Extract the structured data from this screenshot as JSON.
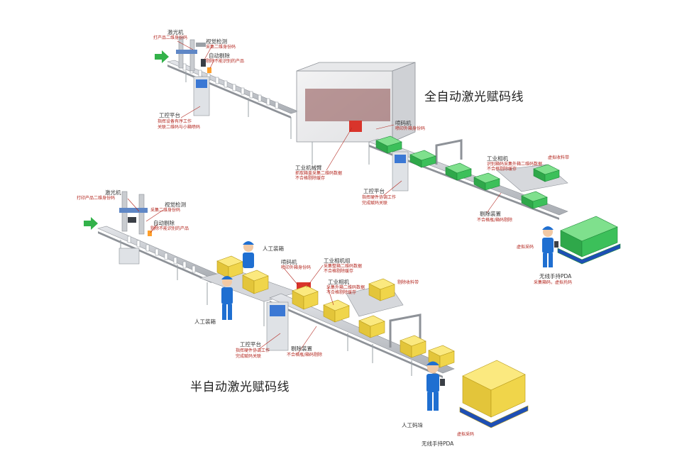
{
  "titles": {
    "full_line": "全自动激光赋码线",
    "semi_line": "半自动激光赋码线"
  },
  "colors": {
    "box_green": "#34c759",
    "box_yellow": "#f3d84b",
    "conveyor": "#b9bcc1",
    "worker_blue": "#1f6fd1",
    "label_red": "#b3261e",
    "arrow_green": "#33b24a",
    "pallet_blue": "#1e4fb5"
  },
  "top_labels": {
    "laser": "激光机",
    "laser_sub": "打产品二维身份码",
    "vision": "视觉检测",
    "vision_sub": "采集二维身份码",
    "reject": "自动剔除",
    "reject_sub": "剔除不能识别的产品",
    "console": "工控平台",
    "console_sub1": "指挥设备有序工作",
    "console_sub2": "关联二维码与小箱喷码",
    "printer": "喷码机",
    "printer_sub": "喷印外箱身份码",
    "robot_arm": "工业机械臂",
    "robot_arm_sub1": "抓取箱盖采集二维码数据",
    "robot_arm_sub2": "不合格剔除缓存",
    "console2": "工控平台",
    "console2_sub1": "指挥硬件协调工作",
    "console2_sub2": "完成赋码关联",
    "camera": "工业相机",
    "camera_sub1": "识别箱码采集外箱二维码数据",
    "camera_sub2": "不合格剔除缓存",
    "eject": "剔除装置",
    "eject_sub": "不合格瓶/箱码剔除",
    "hopper": "虚拟收料带",
    "pda_worker": "虚拟采码",
    "pda": "无线手持PDA",
    "pda_sub": "采集箱码，虚拟托码"
  },
  "bottom_labels": {
    "laser": "激光机",
    "laser_sub": "打印产品二维身份码",
    "vision": "视觉检测",
    "vision_sub": "采集二维身份码",
    "reject": "自动剔除",
    "reject_sub": "剔除不能识别的产品",
    "manual_box_top": "人工装箱",
    "printer": "喷码机",
    "printer_sub": "喷印外箱身份码",
    "camera1": "工业相机组",
    "camera1_sub1": "采集整箱二维码数据",
    "camera1_sub2": "不合格剔除缓存",
    "camera2": "工业相机",
    "camera2_sub1": "采集外箱二维码数据",
    "camera2_sub2": "不合格剔除缓存",
    "hopper": "剔除收料带",
    "manual_box_left": "人工装箱",
    "console": "工控平台",
    "console_sub1": "指挥硬件协调工作",
    "console_sub2": "完成赋码关联",
    "eject": "剔除装置",
    "eject_sub": "不合格瓶/箱码剔除",
    "manual_pick": "人工码垛",
    "pallet": "虚拟采码",
    "pda": "无线手持PDA"
  }
}
